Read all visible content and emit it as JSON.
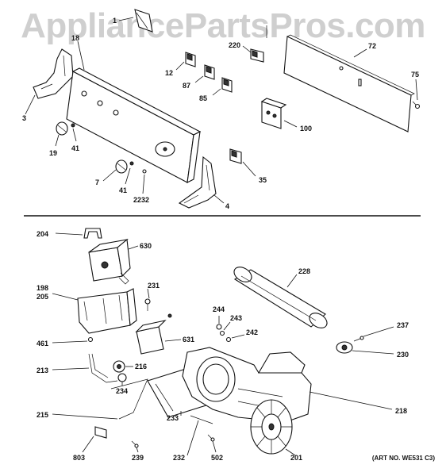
{
  "watermark": "AppliancePartsPros.com",
  "art_number": "(ART NO. WE531 C3)",
  "top_section_labels": {
    "l1": "1",
    "l3": "3",
    "l4": "4",
    "l7": "7",
    "l12": "12",
    "l18": "18",
    "l19": "19",
    "l35": "35",
    "l41a": "41",
    "l41b": "41",
    "l72": "72",
    "l75": "75",
    "l85": "85",
    "l87": "87",
    "l100": "100",
    "l220": "220",
    "l2232": "2232"
  },
  "bottom_section_labels": {
    "l198": "198",
    "l201": "201",
    "l204": "204",
    "l205": "205",
    "l213": "213",
    "l215": "215",
    "l216": "216",
    "l218": "218",
    "l228": "228",
    "l230": "230",
    "l231": "231",
    "l232": "232",
    "l233": "233",
    "l234": "234",
    "l237": "237",
    "l239": "239",
    "l242": "242",
    "l243": "243",
    "l244": "244",
    "l461": "461",
    "l502": "502",
    "l630": "630",
    "l631": "631",
    "l803": "803"
  }
}
